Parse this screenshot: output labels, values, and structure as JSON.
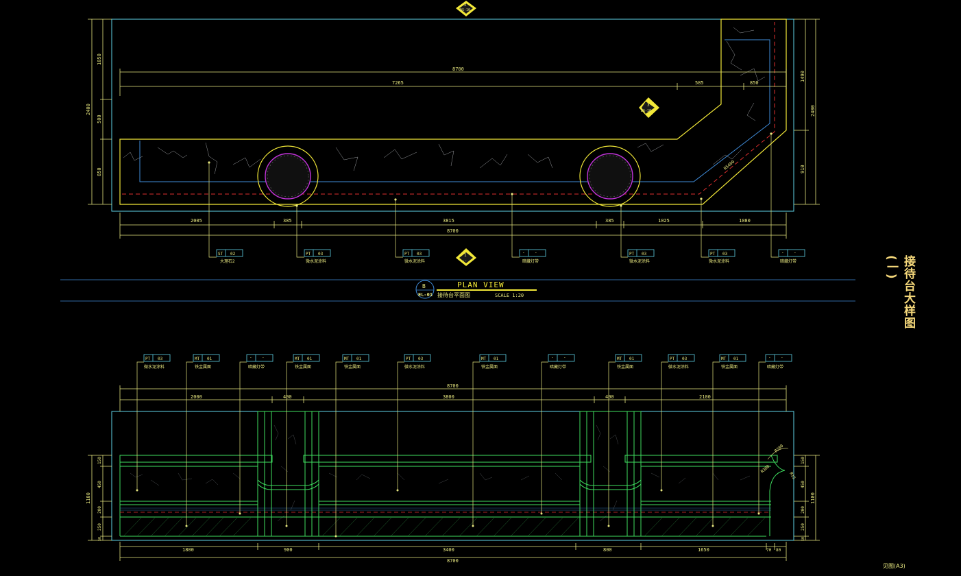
{
  "drawing_title": "接待台大样图(一)",
  "page_label": "见图(A3)",
  "plan": {
    "marker_top": {
      "num": "2",
      "ref": "DS-10"
    },
    "marker_right": {
      "num": "3",
      "ref": "DS-10"
    },
    "marker_bottom": {
      "num": "1",
      "ref": "--"
    },
    "dims_top": [
      "8700",
      "7265",
      "585",
      "850"
    ],
    "dims_left": [
      "1050",
      "2400",
      "500",
      "850"
    ],
    "dims_right": [
      "1490",
      "2400",
      "910"
    ],
    "dims_bottom": [
      "2005",
      "385",
      "3815",
      "385",
      "1025",
      "1080"
    ],
    "dim_total_bottom": "8700",
    "radius_label": "R5400",
    "tags": [
      {
        "code": "ST",
        "num": "02",
        "desc": "大理石2"
      },
      {
        "code": "PT",
        "num": "03",
        "desc": "微水泥涂料"
      },
      {
        "code": "PT",
        "num": "03",
        "desc": "微水泥涂料"
      },
      {
        "code": "-",
        "num": "-",
        "desc": "暗藏灯带"
      },
      {
        "code": "PT",
        "num": "03",
        "desc": "微水泥涂料"
      },
      {
        "code": "PT",
        "num": "03",
        "desc": "微水泥涂料"
      },
      {
        "code": "-",
        "num": "-",
        "desc": "暗藏灯带"
      }
    ]
  },
  "title_block": {
    "letter": "B",
    "sheet": "EL-01",
    "title_en": "PLAN VIEW",
    "title_cn": "接待台平面图",
    "scale": "SCALE 1:20"
  },
  "elevation": {
    "tags": [
      {
        "code": "PT",
        "num": "03",
        "desc": "微水泥涂料"
      },
      {
        "code": "MT",
        "num": "01",
        "desc": "铁金属面"
      },
      {
        "code": "-",
        "num": "-",
        "desc": "暗藏灯带"
      },
      {
        "code": "MT",
        "num": "01",
        "desc": "铁金属面"
      },
      {
        "code": "MT",
        "num": "01",
        "desc": "铁金属面"
      },
      {
        "code": "PT",
        "num": "03",
        "desc": "微水泥涂料"
      },
      {
        "code": "MT",
        "num": "01",
        "desc": "铁金属面"
      },
      {
        "code": "-",
        "num": "-",
        "desc": "暗藏灯带"
      },
      {
        "code": "MT",
        "num": "01",
        "desc": "铁金属面"
      },
      {
        "code": "PT",
        "num": "03",
        "desc": "微水泥涂料"
      },
      {
        "code": "MT",
        "num": "01",
        "desc": "铁金属面"
      },
      {
        "code": "-",
        "num": "-",
        "desc": "暗藏灯带"
      }
    ],
    "dim_total_top": "8700",
    "dims_top": [
      "2000",
      "400",
      "3800",
      "400",
      "2100"
    ],
    "dims_left": [
      "150",
      "1100",
      "450",
      "200",
      "250",
      "50"
    ],
    "dims_right": [
      "150",
      "1100",
      "450",
      "200",
      "250",
      "50"
    ],
    "dims_bottom": [
      "1800",
      "900",
      "3400",
      "800",
      "1650",
      "70",
      "80"
    ],
    "dim_total_bottom": "8700",
    "radius_labels": [
      "R200",
      "R300",
      "R15"
    ]
  }
}
